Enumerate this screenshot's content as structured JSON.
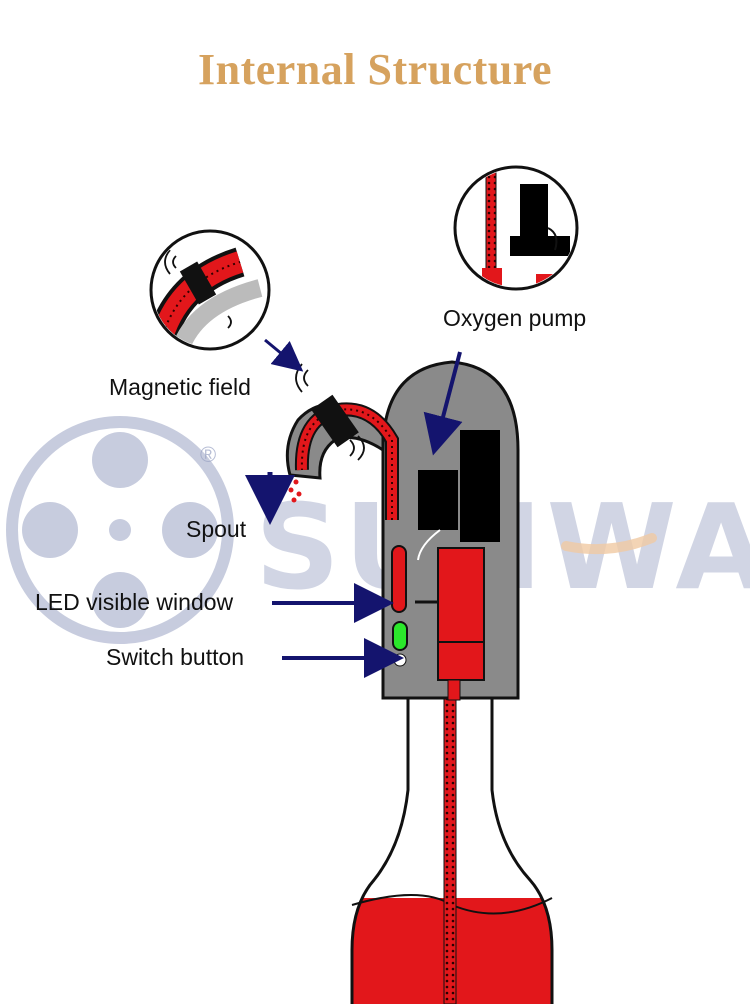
{
  "title": "Internal Structure",
  "watermark": {
    "brand": "SUNWAY",
    "registered": "®"
  },
  "labels": {
    "oxygen_pump": "Oxygen pump",
    "magnetic_field": "Magnetic field",
    "spout": "Spout",
    "led_window": "LED visible window",
    "switch_button": "Switch button"
  },
  "colors": {
    "title": "#d6a25e",
    "body": "#8a8a8a",
    "wine": "#e2171b",
    "arrow": "#14146e",
    "led_green": "#2be82b",
    "watermark": "#9aa3c4"
  }
}
